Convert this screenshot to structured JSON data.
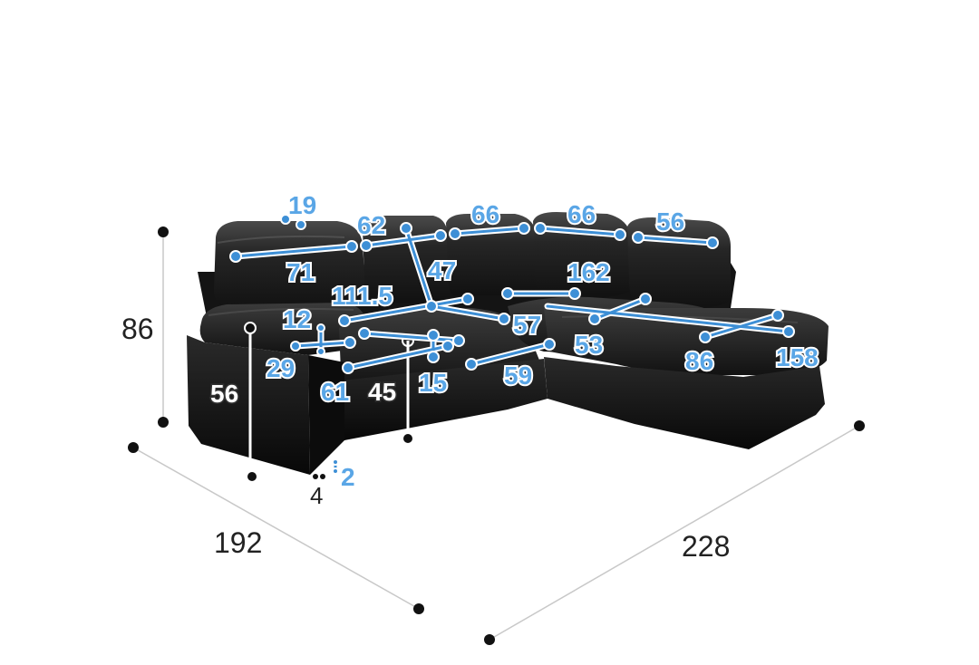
{
  "overall": {
    "height_label": "86",
    "depth_label": "192",
    "width_label": "228"
  },
  "labels": {
    "l19": "19",
    "l62": "62",
    "l66a": "66",
    "l66b": "66",
    "l56top": "56",
    "l71": "71",
    "l47": "47",
    "l162": "162",
    "l111": "111.5",
    "l12": "12",
    "l57": "57",
    "l53": "53",
    "l29": "29",
    "l86": "86",
    "l158": "158",
    "l56side": "56",
    "l61": "61",
    "l45": "45",
    "l15": "15",
    "l59": "59",
    "l2": "2",
    "l4": "4"
  },
  "colors": {
    "dimension_blue": "#3d8fd6",
    "outline_black": "#1a1a1a",
    "sofa_leather": "#1c1c1c"
  }
}
